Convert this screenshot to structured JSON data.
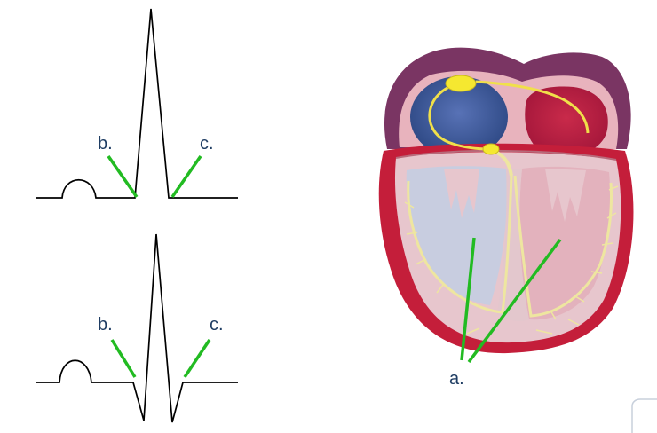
{
  "labels": {
    "ecg_top_b": "b.",
    "ecg_top_c": "c.",
    "ecg_bottom_b": "b.",
    "ecg_bottom_c": "c.",
    "heart_a": "a."
  },
  "colors": {
    "trace": "#000000",
    "pointer": "#22bb22",
    "label_text": "#1f3d63",
    "pericardium": "#7a3563",
    "myocardium": "#c41e3a",
    "right_atrium": "#3a5a9a",
    "left_atrium": "#b31d3c",
    "conduction": "#f0e04a",
    "node": "#f5e830"
  }
}
